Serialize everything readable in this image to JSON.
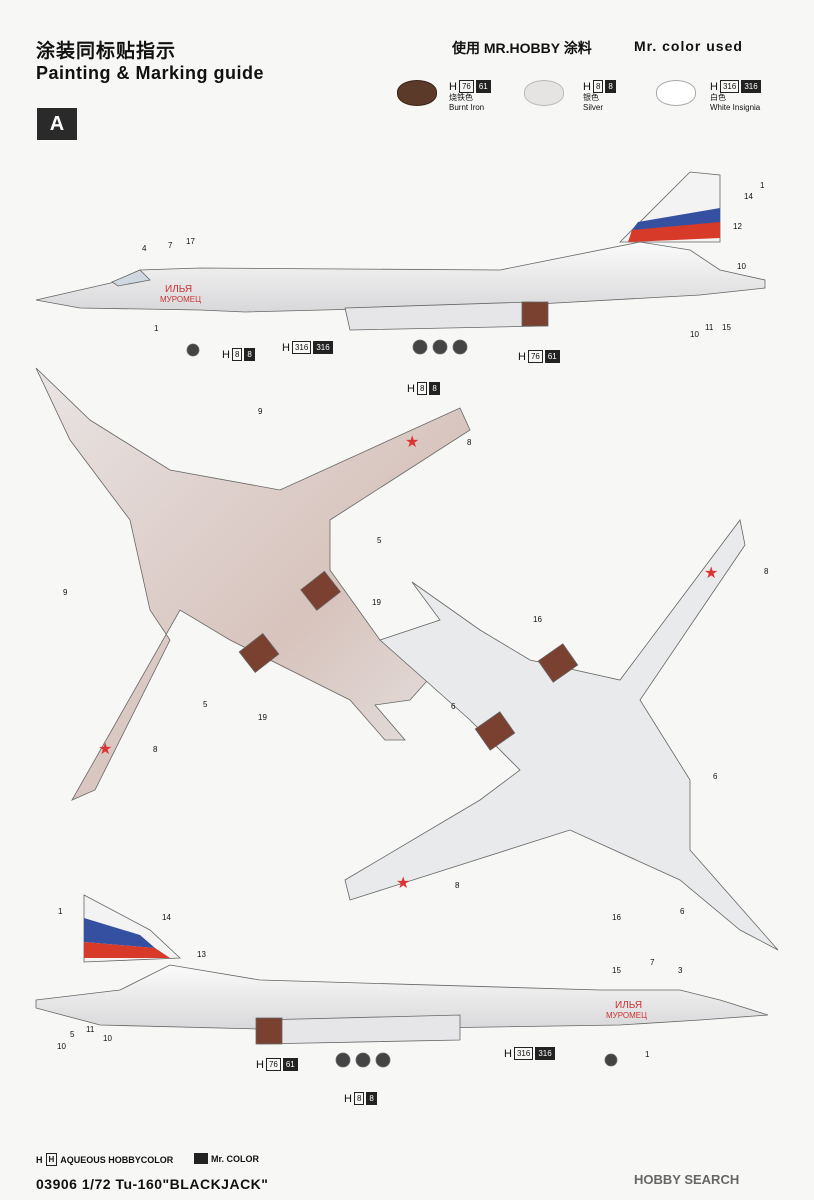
{
  "header": {
    "title_cn": "涂装同标贴指示",
    "title_en": "Painting & Marking guide",
    "sheet_label": "A"
  },
  "paints": {
    "header_cn": "使用 MR.HOBBY 涂料",
    "header_en": "Mr. color used",
    "items": [
      {
        "prefix": "H",
        "code_a": "76",
        "code_b": "61",
        "name_cn": "烧铁色",
        "name_en": "Burnt Iron",
        "color": "#5b3a2a"
      },
      {
        "prefix": "H",
        "code_a": "8",
        "code_b": "8",
        "name_cn": "银色",
        "name_en": "Silver",
        "color": "#e8e6e6"
      },
      {
        "prefix": "H",
        "code_a": "316",
        "code_b": "316",
        "name_cn": "白色",
        "name_en": "White Insignia",
        "color": "#ffffff"
      }
    ]
  },
  "callouts": {
    "side_top_gear": {
      "prefix": "H",
      "code_a": "8",
      "code_b": "8"
    },
    "side_top_body": {
      "prefix": "H",
      "code_a": "316",
      "code_b": "316"
    },
    "side_top_engine": {
      "prefix": "H",
      "code_a": "76",
      "code_b": "61"
    },
    "side_top_main_gear": {
      "prefix": "H",
      "code_a": "8",
      "code_b": "8"
    },
    "side_bottom_engine": {
      "prefix": "H",
      "code_a": "76",
      "code_b": "61"
    },
    "side_bottom_body": {
      "prefix": "H",
      "code_a": "316",
      "code_b": "316"
    },
    "side_bottom_gear": {
      "prefix": "H",
      "code_a": "8",
      "code_b": "8"
    }
  },
  "decal_numbers": {
    "top_side": [
      "1",
      "14",
      "12",
      "10",
      "15",
      "11",
      "10",
      "4",
      "7",
      "17",
      "1"
    ],
    "top_view": [
      "9",
      "8",
      "5",
      "19",
      "9",
      "5",
      "19",
      "8"
    ],
    "bottom_view": [
      "16",
      "8",
      "6",
      "6",
      "8",
      "16",
      "6"
    ],
    "bottom_side": [
      "1",
      "14",
      "13",
      "10",
      "5",
      "11",
      "10",
      "15",
      "7",
      "3",
      "1"
    ]
  },
  "footer": {
    "legend_1_box": "H",
    "legend_1_label": "AQUEOUS HOBBYCOLOR",
    "legend_2_label": "Mr. COLOR",
    "product_id": "03906   1/72  Tu-160\"BLACKJACK\"",
    "watermark": "HOBBY SEARCH"
  }
}
